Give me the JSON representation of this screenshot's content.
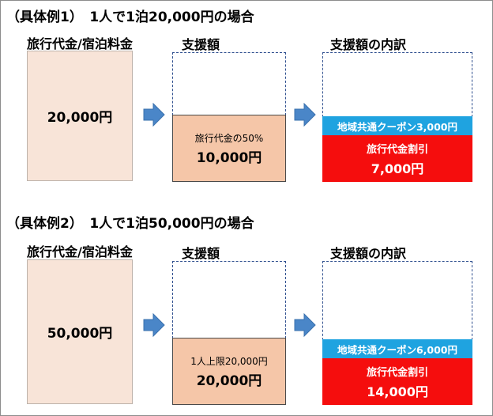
{
  "examples": [
    {
      "heading": "（具体例1）　1人で1泊20,000円の場合",
      "price_label": "旅行代金/宿泊料金",
      "price": "20,000円",
      "support_label": "支援額",
      "support_note": "旅行代金の50%",
      "support_amount": "10,000円",
      "breakdown_label": "支援額の内訳",
      "coupon": "地域共通クーポン3,000円",
      "discount_label": "旅行代金割引",
      "discount_amount": "7,000円"
    },
    {
      "heading": "（具体例2）　1人で1泊50,000円の場合",
      "price_label": "旅行代金/宿泊料金",
      "price": "50,000円",
      "support_label": "支援額",
      "support_note": "1人上限20,000円",
      "support_amount": "20,000円",
      "breakdown_label": "支援額の内訳",
      "coupon": "地域共通クーポン6,000円",
      "discount_label": "旅行代金割引",
      "discount_amount": "14,000円"
    }
  ],
  "colors": {
    "price_fill": "#f8e4d8",
    "support_fill": "#f5c6a8",
    "coupon_fill": "#1fa3e0",
    "discount_fill": "#f50d0d",
    "arrow_fill": "#4a86c8"
  }
}
